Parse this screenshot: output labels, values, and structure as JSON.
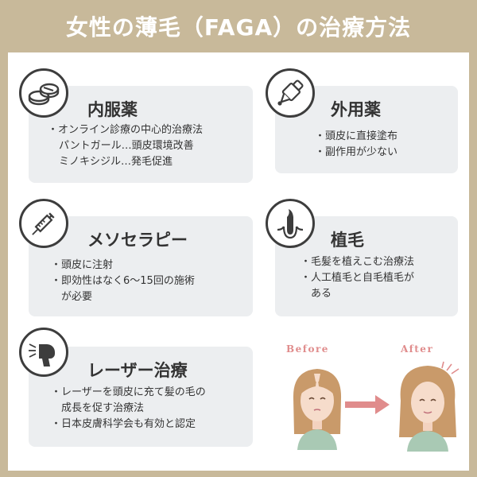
{
  "title": "女性の薄毛（FAGA）の治療方法",
  "cards": {
    "oral": {
      "title": "内服薬",
      "items": [
        "オンライン診療の中心的治療法",
        "パントガール…頭皮環境改善",
        "ミノキシジル…発毛促進"
      ],
      "icon": "pill-icon"
    },
    "topical": {
      "title": "外用薬",
      "items": [
        "頭皮に直接塗布",
        "副作用が少ない"
      ],
      "icon": "dropper-bottle-icon"
    },
    "meso": {
      "title": "メソセラピー",
      "items": [
        "頭皮に注射",
        "即効性はなく6～15回の施術",
        "が必要"
      ],
      "icon": "syringe-icon"
    },
    "transplant": {
      "title": "植毛",
      "items": [
        "毛髪を植えこむ治療法",
        "人工植毛と自毛植毛が",
        "ある"
      ],
      "icon": "hair-follicle-icon"
    },
    "laser": {
      "title": "レーザー治療",
      "items": [
        "レーザーを頭皮に充て髪の毛の",
        "成長を促す治療法",
        "日本皮膚科学会も有効と認定"
      ],
      "icon": "laser-device-icon"
    }
  },
  "comparison": {
    "before_label": "Before",
    "after_label": "After"
  },
  "colors": {
    "header_bg": "#c8b99a",
    "card_bg": "#eceef0",
    "accent_pink": "#e08c8c",
    "hair": "#c99a6a"
  }
}
